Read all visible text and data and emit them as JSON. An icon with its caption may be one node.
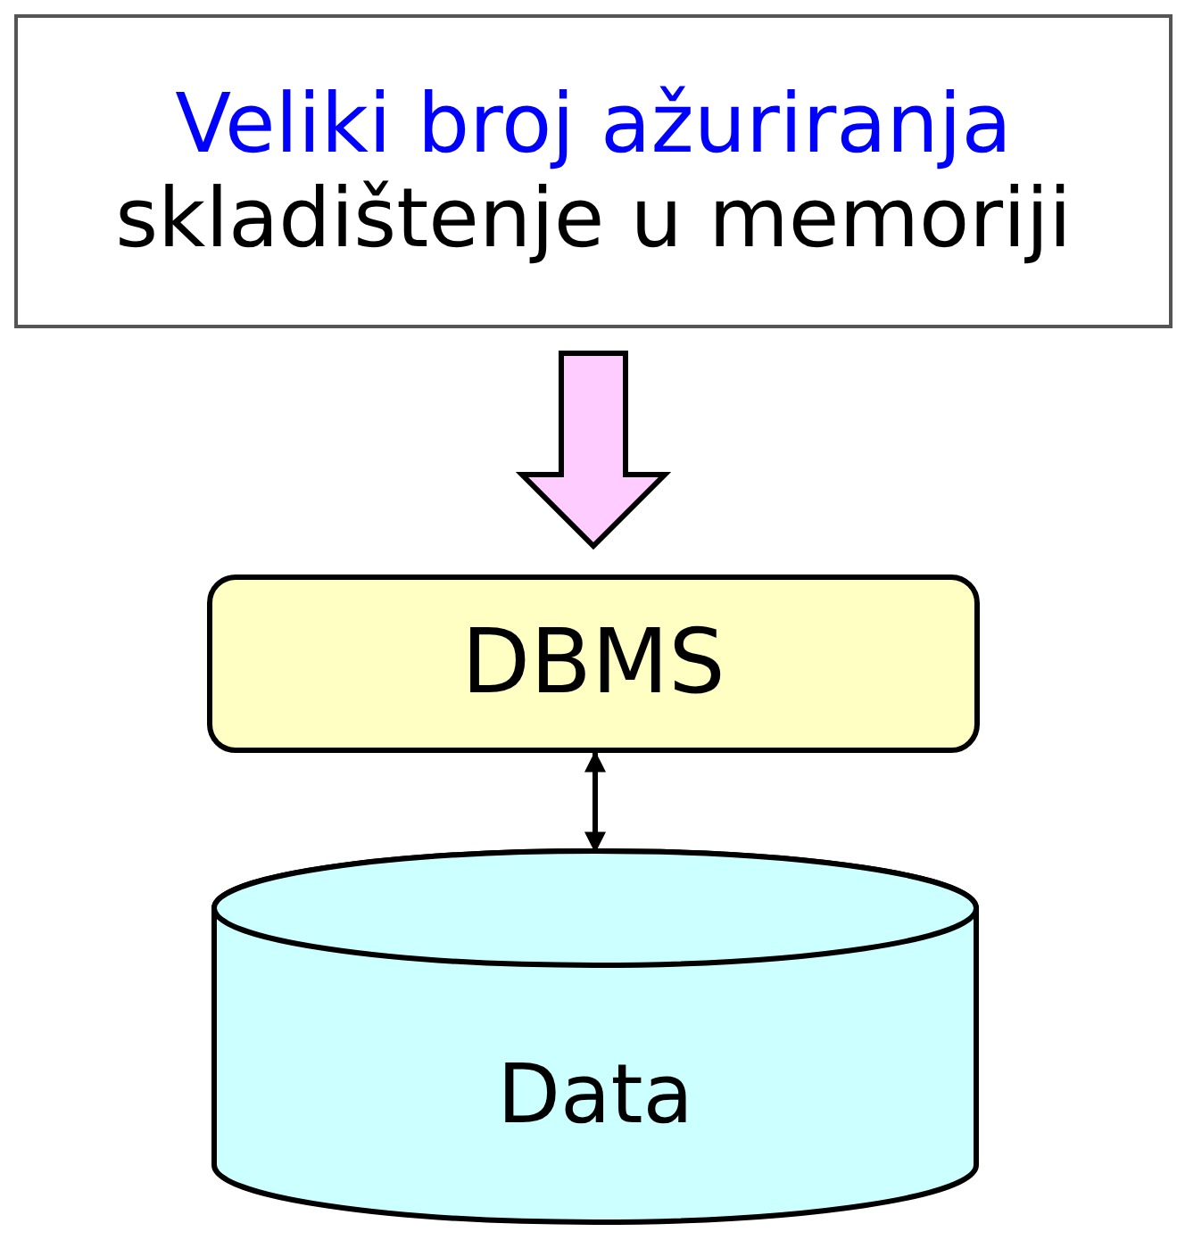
{
  "diagram": {
    "nodes": [
      {
        "text": [
          "Veliki broj ažuriranja",
          "skladištenje u memoriji"
        ]
      },
      {
        "text": [
          "DBMS"
        ]
      },
      {
        "text": [
          "Data"
        ]
      }
    ],
    "edges": [
      {
        "from": 0,
        "to": 1,
        "arrow": "to",
        "style": "thick",
        "color": "#ffccff"
      },
      {
        "from": 1,
        "to": 2,
        "arrow": "both"
      }
    ]
  }
}
